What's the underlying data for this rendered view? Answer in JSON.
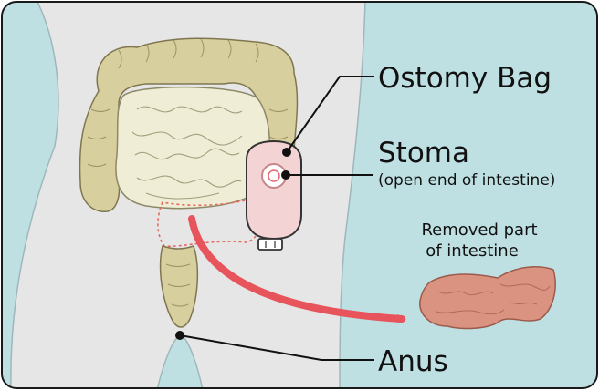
{
  "labels": {
    "ostomy_bag": "Ostomy Bag",
    "stoma": "Stoma",
    "stoma_note": "(open end of intestine)",
    "removed_line1": "Removed part",
    "removed_line2": "of intestine",
    "anus": "Anus"
  },
  "colors": {
    "background": "#bfe0e3",
    "body": "#e6e6e6",
    "intestine": "#efedd6",
    "colon": "#d8cf9f",
    "bag": "#f3d3d4",
    "removed_tissue": "#d99380",
    "arrow": "#e8545b",
    "leader_line": "#111111"
  }
}
